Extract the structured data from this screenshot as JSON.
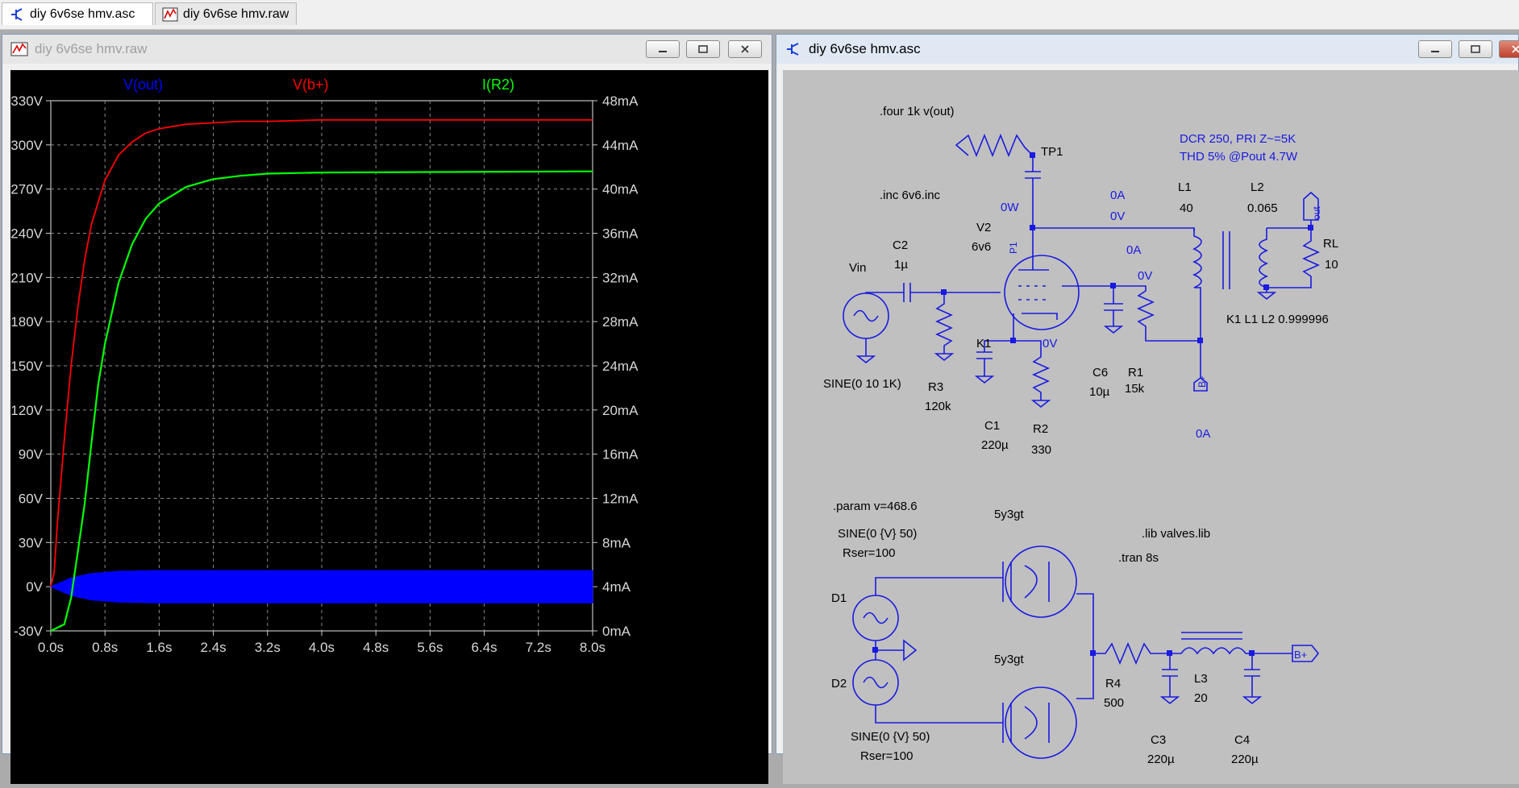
{
  "tabs": [
    {
      "label": "diy 6v6se hmv.asc",
      "icon": "schematic-icon"
    },
    {
      "label": "diy 6v6se hmv.raw",
      "icon": "waveform-icon"
    }
  ],
  "waveform_window": {
    "title": "diy 6v6se hmv.raw"
  },
  "schematic_window": {
    "title": "diy 6v6se hmv.asc"
  },
  "chart_data": {
    "type": "line",
    "legend_placement": "top",
    "grid": true,
    "background": "#000000",
    "xlim": [
      0,
      8
    ],
    "ylim": [
      -30,
      330
    ],
    "y2lim": [
      0,
      48
    ],
    "xticks": [
      "0.0s",
      "0.8s",
      "1.6s",
      "2.4s",
      "3.2s",
      "4.0s",
      "4.8s",
      "5.6s",
      "6.4s",
      "7.2s",
      "8.0s"
    ],
    "yticks": [
      "-30V",
      "0V",
      "30V",
      "60V",
      "90V",
      "120V",
      "150V",
      "180V",
      "210V",
      "240V",
      "270V",
      "300V",
      "330V"
    ],
    "y2ticks": [
      "0mA",
      "4mA",
      "8mA",
      "12mA",
      "16mA",
      "20mA",
      "24mA",
      "28mA",
      "32mA",
      "36mA",
      "40mA",
      "44mA",
      "48mA"
    ],
    "series": [
      {
        "name": "V(out)",
        "color": "#0000ff",
        "axis": "left",
        "amplitude": [
          [
            0,
            0
          ],
          [
            0.3,
            6
          ],
          [
            0.6,
            9
          ],
          [
            1,
            10.5
          ],
          [
            1.6,
            11
          ],
          [
            8,
            11
          ]
        ]
      },
      {
        "name": "V(b+)",
        "color": "#ff0000",
        "axis": "left",
        "x": [
          0,
          0.05,
          0.1,
          0.2,
          0.3,
          0.4,
          0.5,
          0.6,
          0.8,
          1.0,
          1.2,
          1.4,
          1.6,
          2.0,
          2.4,
          2.8,
          3.2,
          4.0,
          8.0
        ],
        "y": [
          0,
          10,
          45,
          100,
          150,
          190,
          222,
          246,
          276,
          293,
          302,
          308,
          311,
          314,
          315,
          316,
          316,
          317,
          317
        ]
      },
      {
        "name": "I(R2)",
        "color": "#00ff00",
        "axis": "right",
        "x": [
          0,
          0.2,
          0.3,
          0.4,
          0.5,
          0.6,
          0.7,
          0.8,
          1.0,
          1.2,
          1.4,
          1.6,
          2.0,
          2.4,
          2.8,
          3.2,
          4.0,
          8.0
        ],
        "y": [
          0,
          0.6,
          3.0,
          7.2,
          11.5,
          17.0,
          22.3,
          26.0,
          31.5,
          35.0,
          37.3,
          38.7,
          40.2,
          40.9,
          41.2,
          41.4,
          41.5,
          41.6
        ]
      }
    ]
  },
  "schematic": {
    "directives": [
      ".four 1k v(out)",
      ".inc 6v6.inc",
      ".param v=468.6",
      ".lib valves.lib",
      ".tran 8s"
    ],
    "notes": [
      "DCR 250, PRI Z~=5K",
      "THD 5% @Pout 4.7W"
    ],
    "coupling": "K1 L1 L2 0.999996",
    "labels": {
      "tp1": "TP1",
      "p1": "P1",
      "v2": "V2",
      "v2_model": "6v6",
      "c2": "C2",
      "c2_val": "1µ",
      "vin": "Vin",
      "vin_val": "SINE(0 10 1K)",
      "r3": "R3",
      "r3_val": "120k",
      "k1": "K1",
      "c1": "C1",
      "c1_val": "220µ",
      "r2": "R2",
      "r2_val": "330",
      "c6": "C6",
      "c6_val": "10µ",
      "r1": "R1",
      "r1_val": "15k",
      "l1": "L1",
      "l1_val": "40",
      "l2": "L2",
      "l2_val": "0.065",
      "rl": "RL",
      "rl_val": "10",
      "out": "out",
      "bplus": "B+",
      "d1": "D1",
      "d2": "D2",
      "d1_val": "SINE(0 {V} 50)",
      "d1_rser": "Rser=100",
      "d2_val": "SINE(0 {V} 50)",
      "d2_rser": "Rser=100",
      "tube1": "5y3gt",
      "tube2": "5y3gt",
      "r4": "R4",
      "r4_val": "500",
      "l3": "L3",
      "l3_val": "20",
      "c3": "C3",
      "c3_val": "220µ",
      "c4": "C4",
      "c4_val": "220µ"
    },
    "probes": [
      "0W",
      "0A",
      "0V",
      "0A",
      "0V",
      "0V",
      "0A"
    ]
  }
}
